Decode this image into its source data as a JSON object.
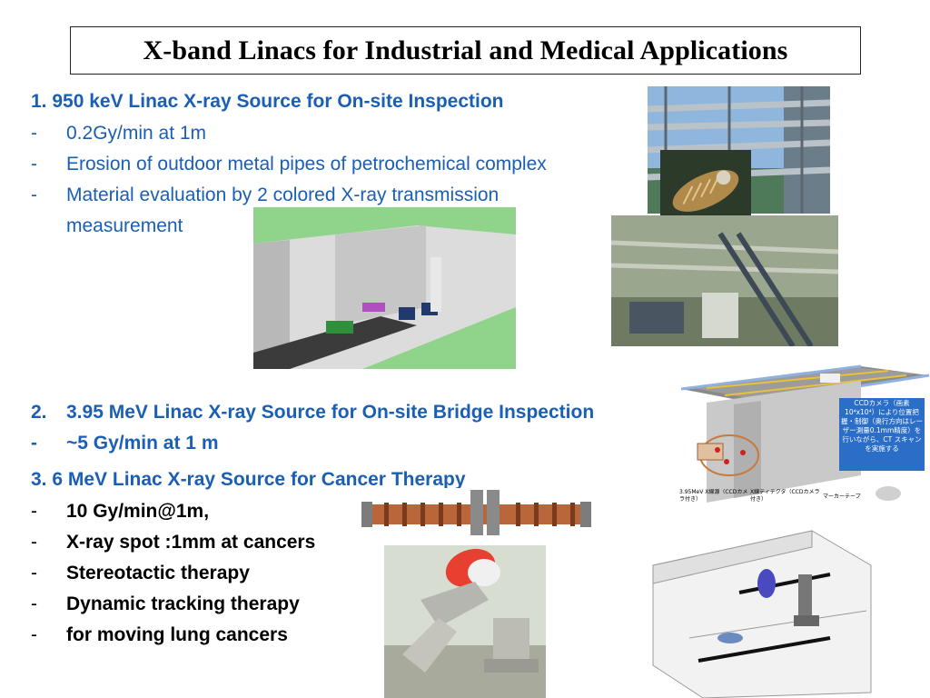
{
  "title": "X-band Linacs for Industrial and Medical Applications",
  "section1": {
    "heading": "1. 950 keV Linac X-ray Source for On-site Inspection",
    "bullets": [
      "0.2Gy/min at 1m",
      "Erosion of outdoor metal pipes of petrochemical complex",
      "Material evaluation by 2 colored X-ray transmission",
      "measurement"
    ]
  },
  "section2": {
    "number": "2.",
    "heading": "3.95 MeV Linac X-ray Source for On-site Bridge Inspection",
    "bullets": [
      "~5 Gy/min at 1 m"
    ]
  },
  "section3": {
    "heading": "3. 6 MeV Linac X-ray Source for Cancer Therapy",
    "bullets": [
      " 10 Gy/min@1m,",
      "X-ray spot :1mm at cancers",
      "Stereotactic therapy",
      "Dynamic tracking therapy",
      "for moving lung cancers"
    ]
  },
  "bullet_dash": "-",
  "bridge_callout": "CCDカメラ（画素10⁴x10⁴）により位置把握・制御（奥行方向はレーザー測量0.1mm精度）を行いながら、CT スキャンを実施する",
  "bridge_labels": {
    "source": "3.95MeV X線源（CCDカメラ付き）",
    "detector": "X線ディテクタ（CCDカメラ付き）",
    "tape": "マーカーテープ"
  },
  "colors": {
    "text_blue": "#1a5fb4",
    "callout_blue": "#2a6ec8"
  }
}
